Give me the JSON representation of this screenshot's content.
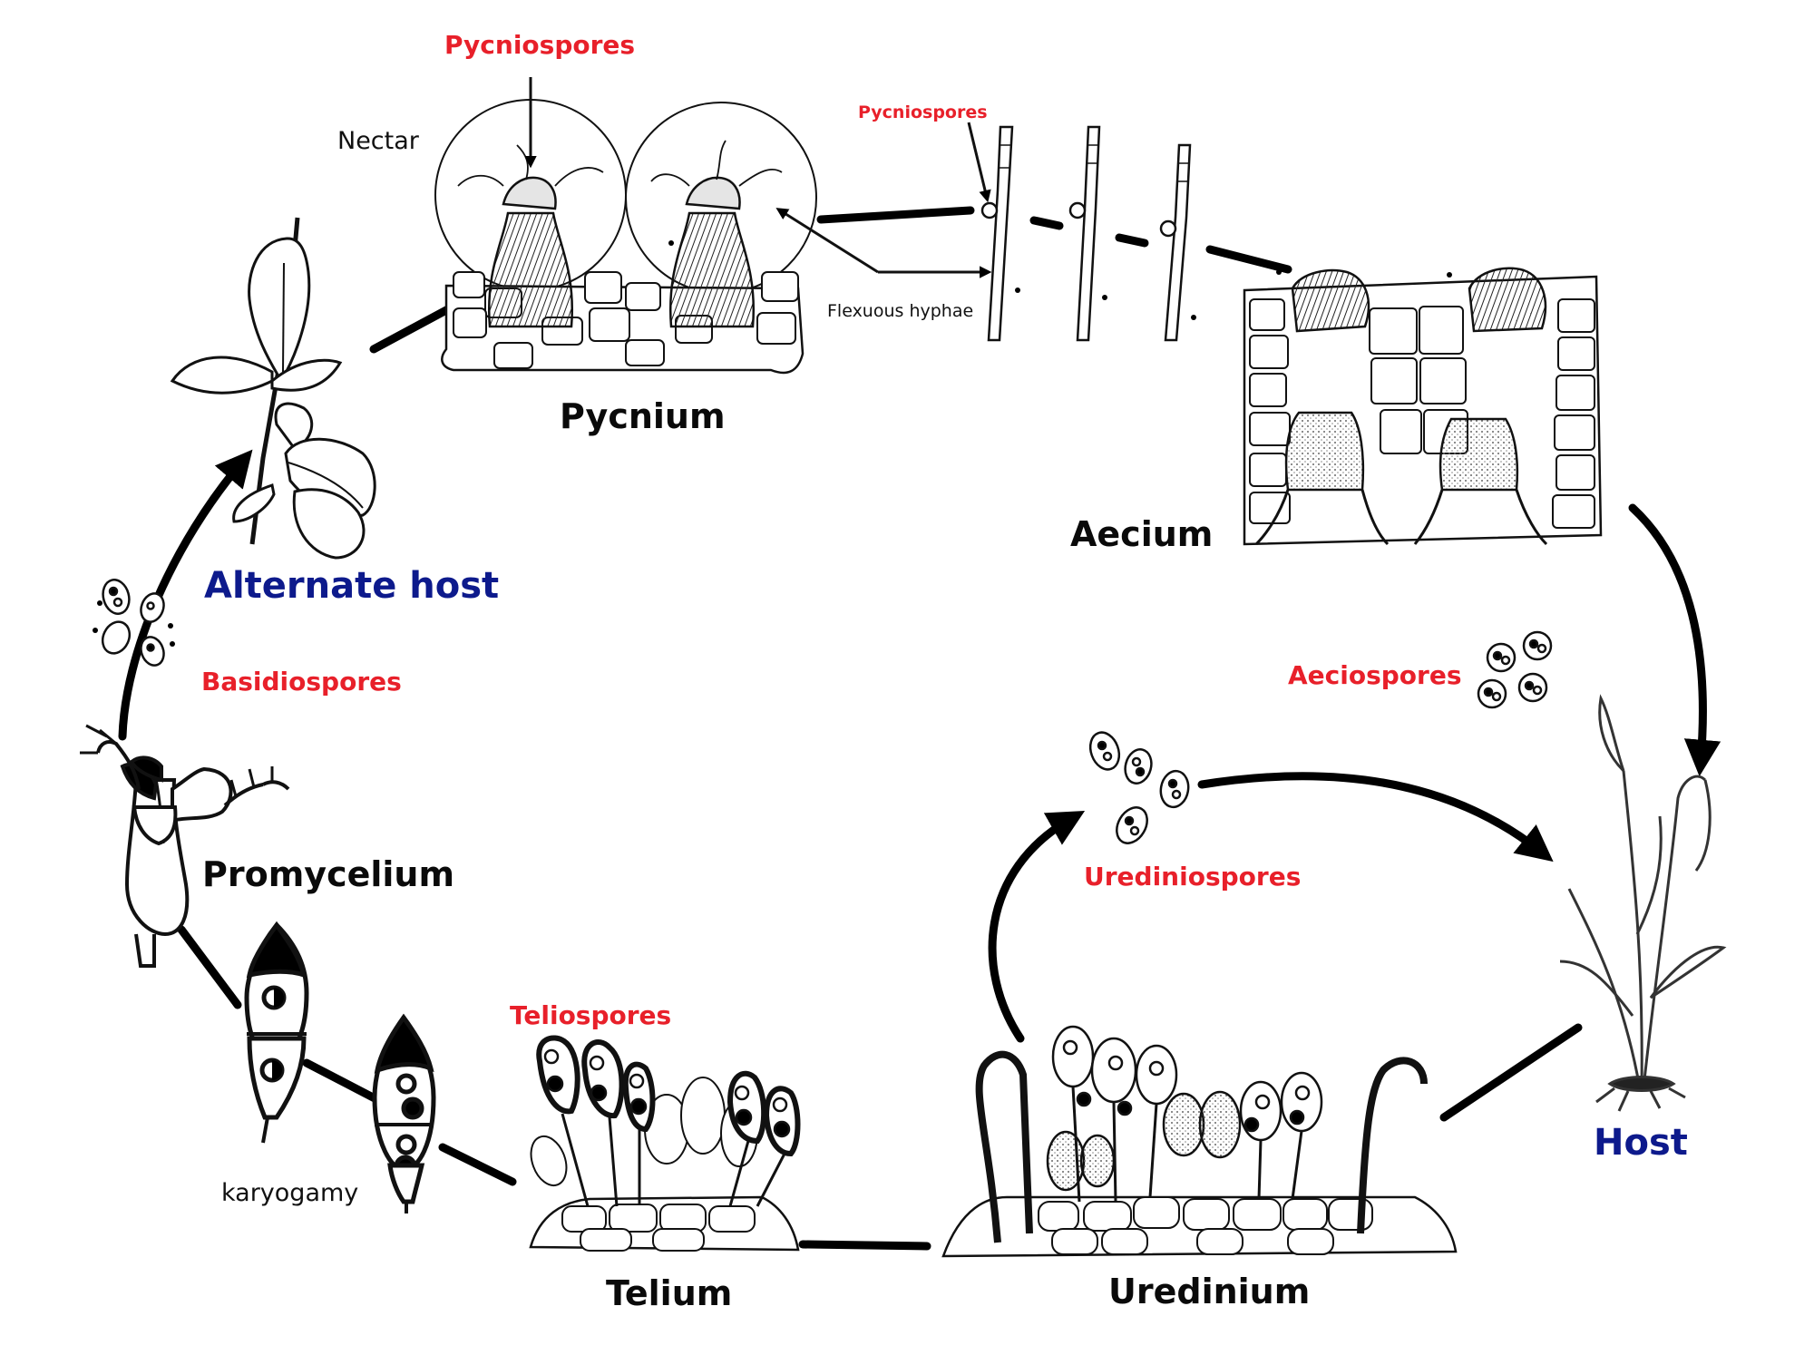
{
  "labels": {
    "pycnium": "Pycnium",
    "aecium": "Aecium",
    "uredinium": "Uredinium",
    "telium": "Telium",
    "promycelium": "Promycelium",
    "alternate_host": "Alternate host",
    "host": "Host",
    "pycniospores_top": "Pycniospores",
    "pycniospores_hyphae": "Pycniospores",
    "nectar": "Nectar",
    "flexuous_hyphae": "Flexuous hyphae",
    "aeciospores": "Aeciospores",
    "urediniospores": "Urediniospores",
    "teliospores": "Teliospores",
    "basidiospores": "Basidiospores",
    "karyogamy": "karyogamy"
  },
  "colors": {
    "stage": "#0a0a0a",
    "spore": "#e8202a",
    "host": "#0d1a8c"
  }
}
